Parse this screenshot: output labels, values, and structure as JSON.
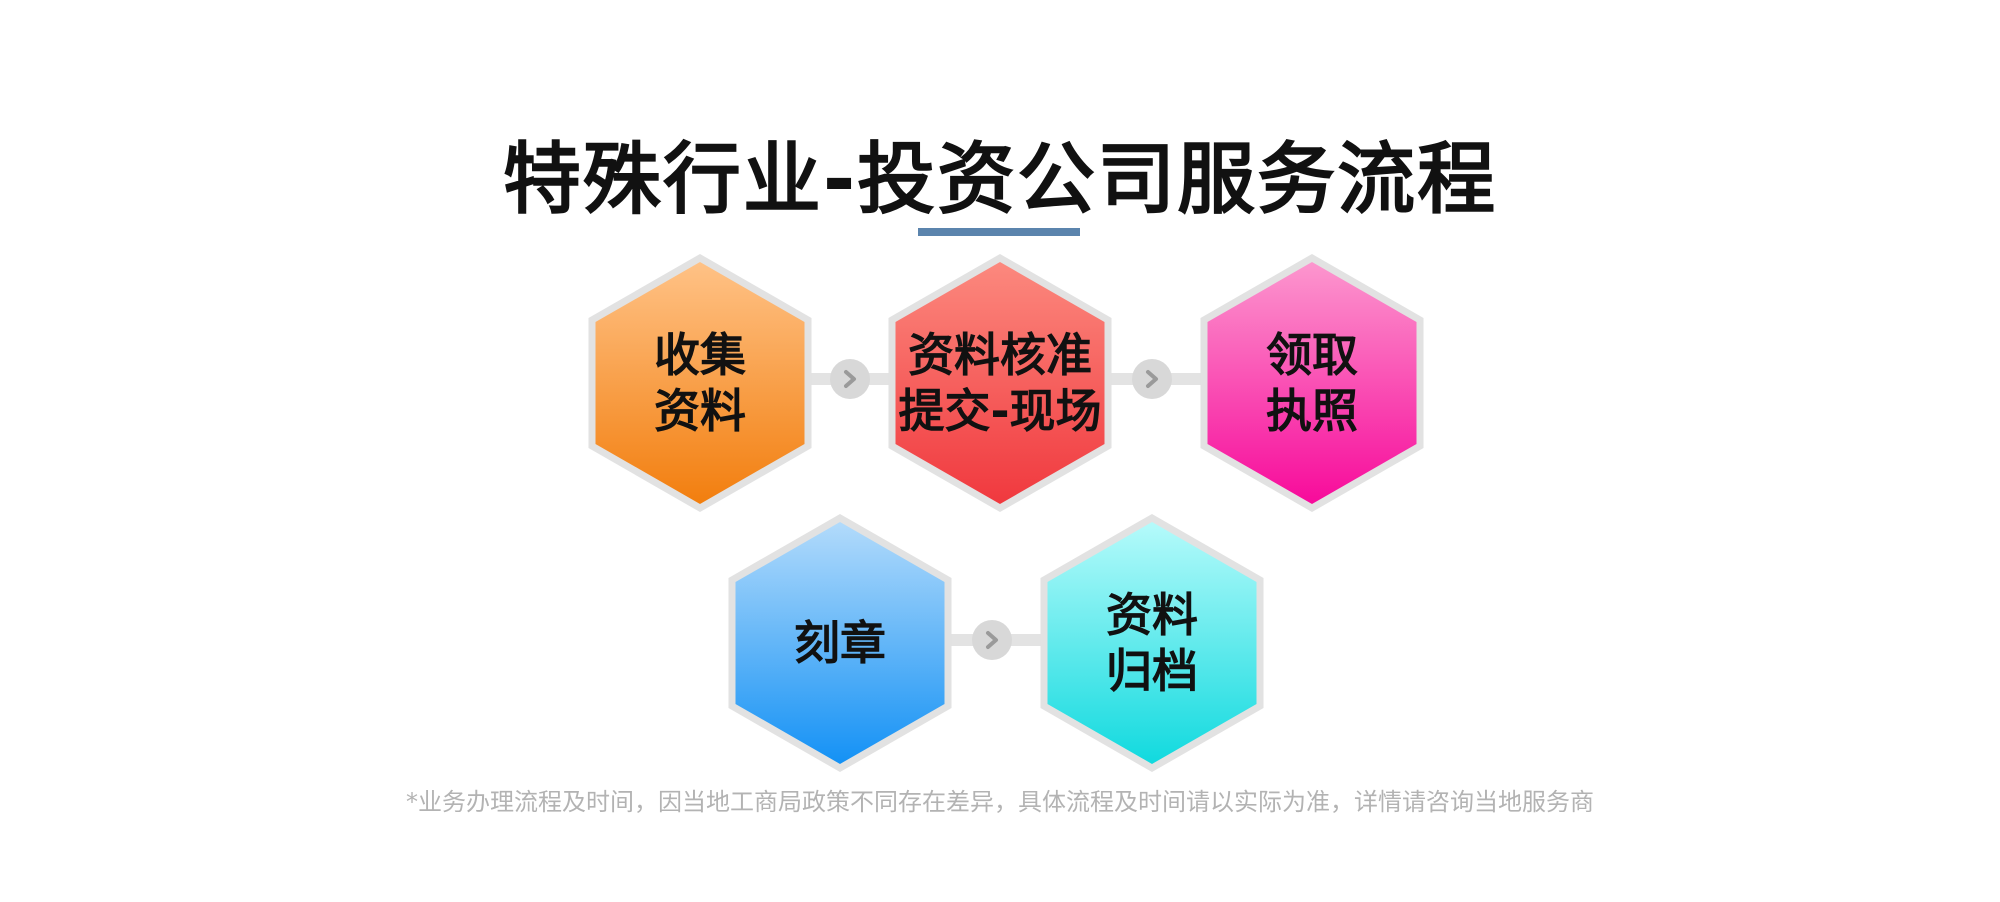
{
  "title": "特殊行业-投资公司服务流程",
  "accent_color": "#5b84ad",
  "steps": [
    {
      "line1": "收集",
      "line2": "资料",
      "color_top": "#ffc388",
      "color_bottom": "#f27d0c"
    },
    {
      "line1": "资料核准",
      "line2": "提交-现场",
      "color_top": "#fc8a7f",
      "color_bottom": "#f0373d"
    },
    {
      "line1": "领取",
      "line2": "执照",
      "color_top": "#fc99cf",
      "color_bottom": "#f7089a"
    },
    {
      "line1": "刻章",
      "line2": "",
      "color_top": "#b5dcfb",
      "color_bottom": "#1190f5"
    },
    {
      "line1": "资料",
      "line2": "归档",
      "color_top": "#b8fbfb",
      "color_bottom": "#0ed9de"
    }
  ],
  "connector_icon": "chevron-right-icon",
  "footnote": "*业务办理流程及时间，因当地工商局政策不同存在差异，具体流程及时间请以实际为准，详情请咨询当地服务商"
}
